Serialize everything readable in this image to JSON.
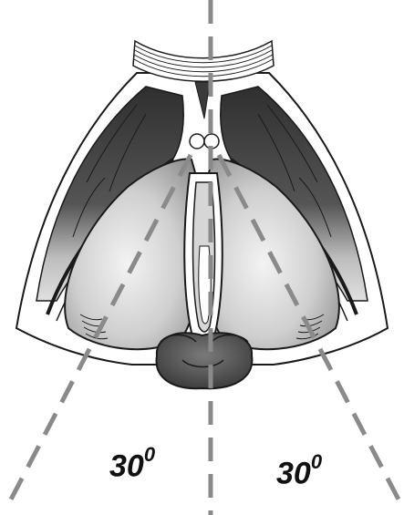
{
  "labels": {
    "left_angle_value": "30",
    "left_angle_sup": "0",
    "right_angle_value": "30",
    "right_angle_sup": "0"
  },
  "colors": {
    "outline": "#1a1a1a",
    "dark_muscle": "#4a4a4a",
    "mid_gray": "#8c8c8c",
    "light_organ": "#e6e6e6",
    "dashed_line": "#8a8a8a"
  }
}
